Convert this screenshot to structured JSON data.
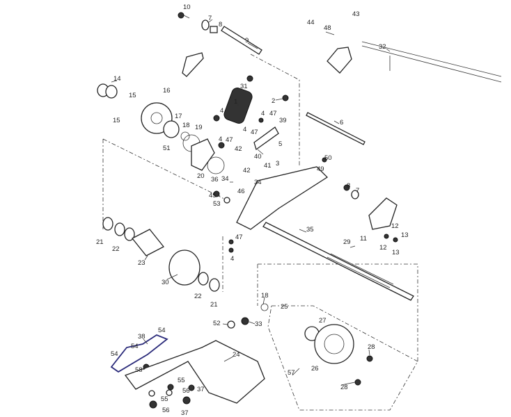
{
  "title": "Swing arm / rear suspension parts diagram",
  "labels": [
    "10",
    "7",
    "8",
    "9",
    "44",
    "43",
    "48",
    "32",
    "14",
    "15",
    "16",
    "15",
    "31",
    "1",
    "2",
    "4",
    "4",
    "47",
    "6",
    "17",
    "18",
    "19",
    "39",
    "4",
    "47",
    "5",
    "4",
    "47",
    "42",
    "40",
    "3",
    "51",
    "20",
    "36",
    "50",
    "49",
    "42",
    "41",
    "34",
    "34",
    "46",
    "45",
    "53",
    "8",
    "7",
    "35",
    "12",
    "13",
    "11",
    "12",
    "13",
    "29",
    "21",
    "22",
    "23",
    "47",
    "4",
    "30",
    "22",
    "21",
    "18",
    "25",
    "27",
    "52",
    "33",
    "54",
    "38",
    "54",
    "54",
    "24",
    "58",
    "28",
    "26",
    "57",
    "28",
    "55",
    "56",
    "37",
    "55",
    "56",
    "37"
  ]
}
